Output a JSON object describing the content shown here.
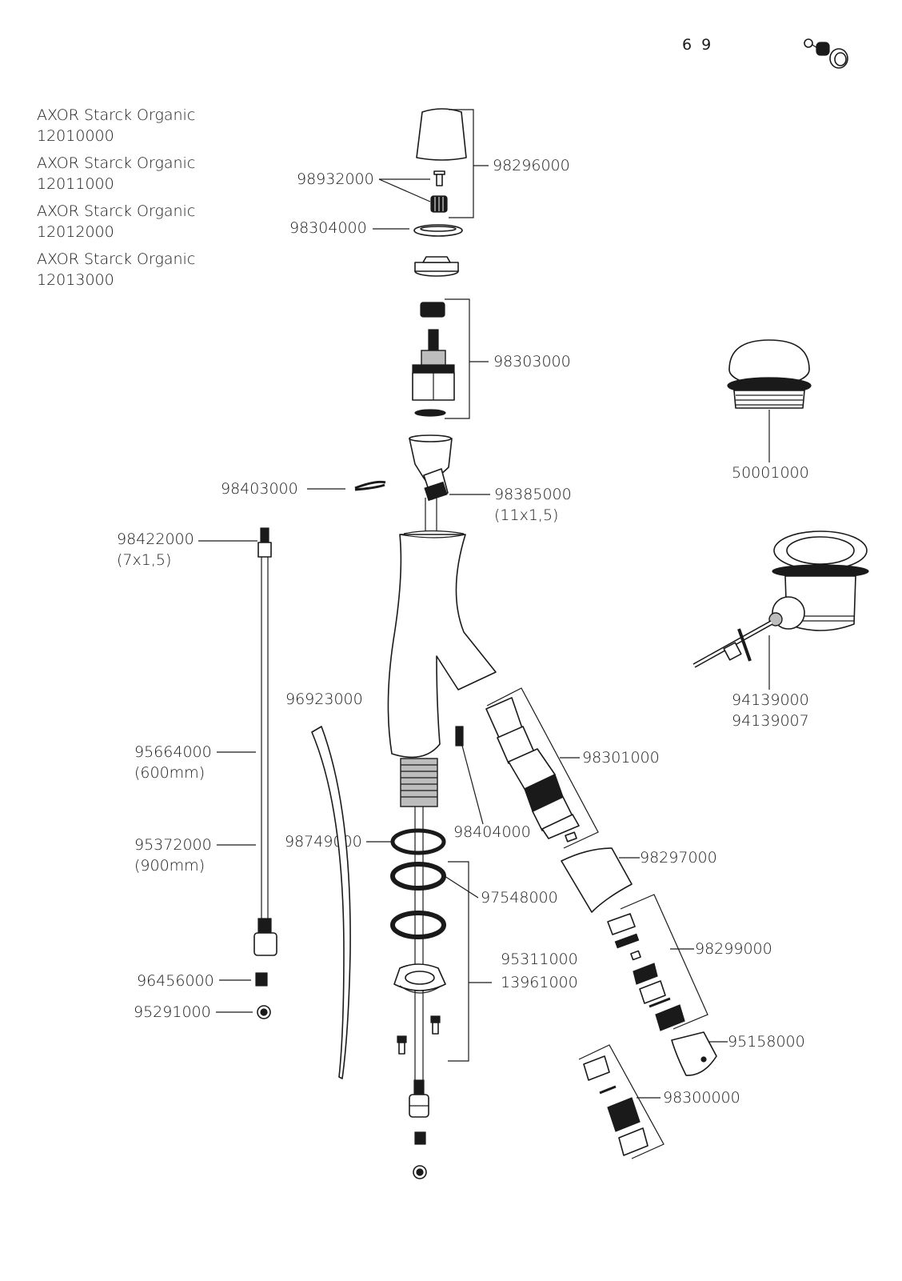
{
  "page_number": "6 9",
  "products": [
    {
      "name": "AXOR Starck Organic",
      "number": "12010000"
    },
    {
      "name": "AXOR Starck Organic",
      "number": "12011000"
    },
    {
      "name": "AXOR Starck Organic",
      "number": "12012000"
    },
    {
      "name": "AXOR Starck Organic",
      "number": "12013000"
    }
  ],
  "parts": {
    "p98296000": "98296000",
    "p98932000": "98932000",
    "p98304000": "98304000",
    "p98303000": "98303000",
    "p50001000": "50001000",
    "p98403000": "98403000",
    "p98385000": "98385000",
    "p98385000_size": "(11x1,5)",
    "p98422000": "98422000",
    "p98422000_size": "(7x1,5)",
    "p94139000": "94139000",
    "p94139007": "94139007",
    "p96923000": "96923000",
    "p95664000": "95664000",
    "p95664000_len": "(600mm)",
    "p98301000": "98301000",
    "p98749000": "98749000",
    "p98404000": "98404000",
    "p95372000": "95372000",
    "p95372000_len": "(900mm)",
    "p98297000": "98297000",
    "p97548000": "97548000",
    "p98299000": "98299000",
    "p95311000": "95311000",
    "p13961000": "13961000",
    "p96456000": "96456000",
    "p95291000": "95291000",
    "p95158000": "95158000",
    "p98300000": "98300000"
  },
  "icons": {
    "corner": "pop-up-waste-icon"
  }
}
